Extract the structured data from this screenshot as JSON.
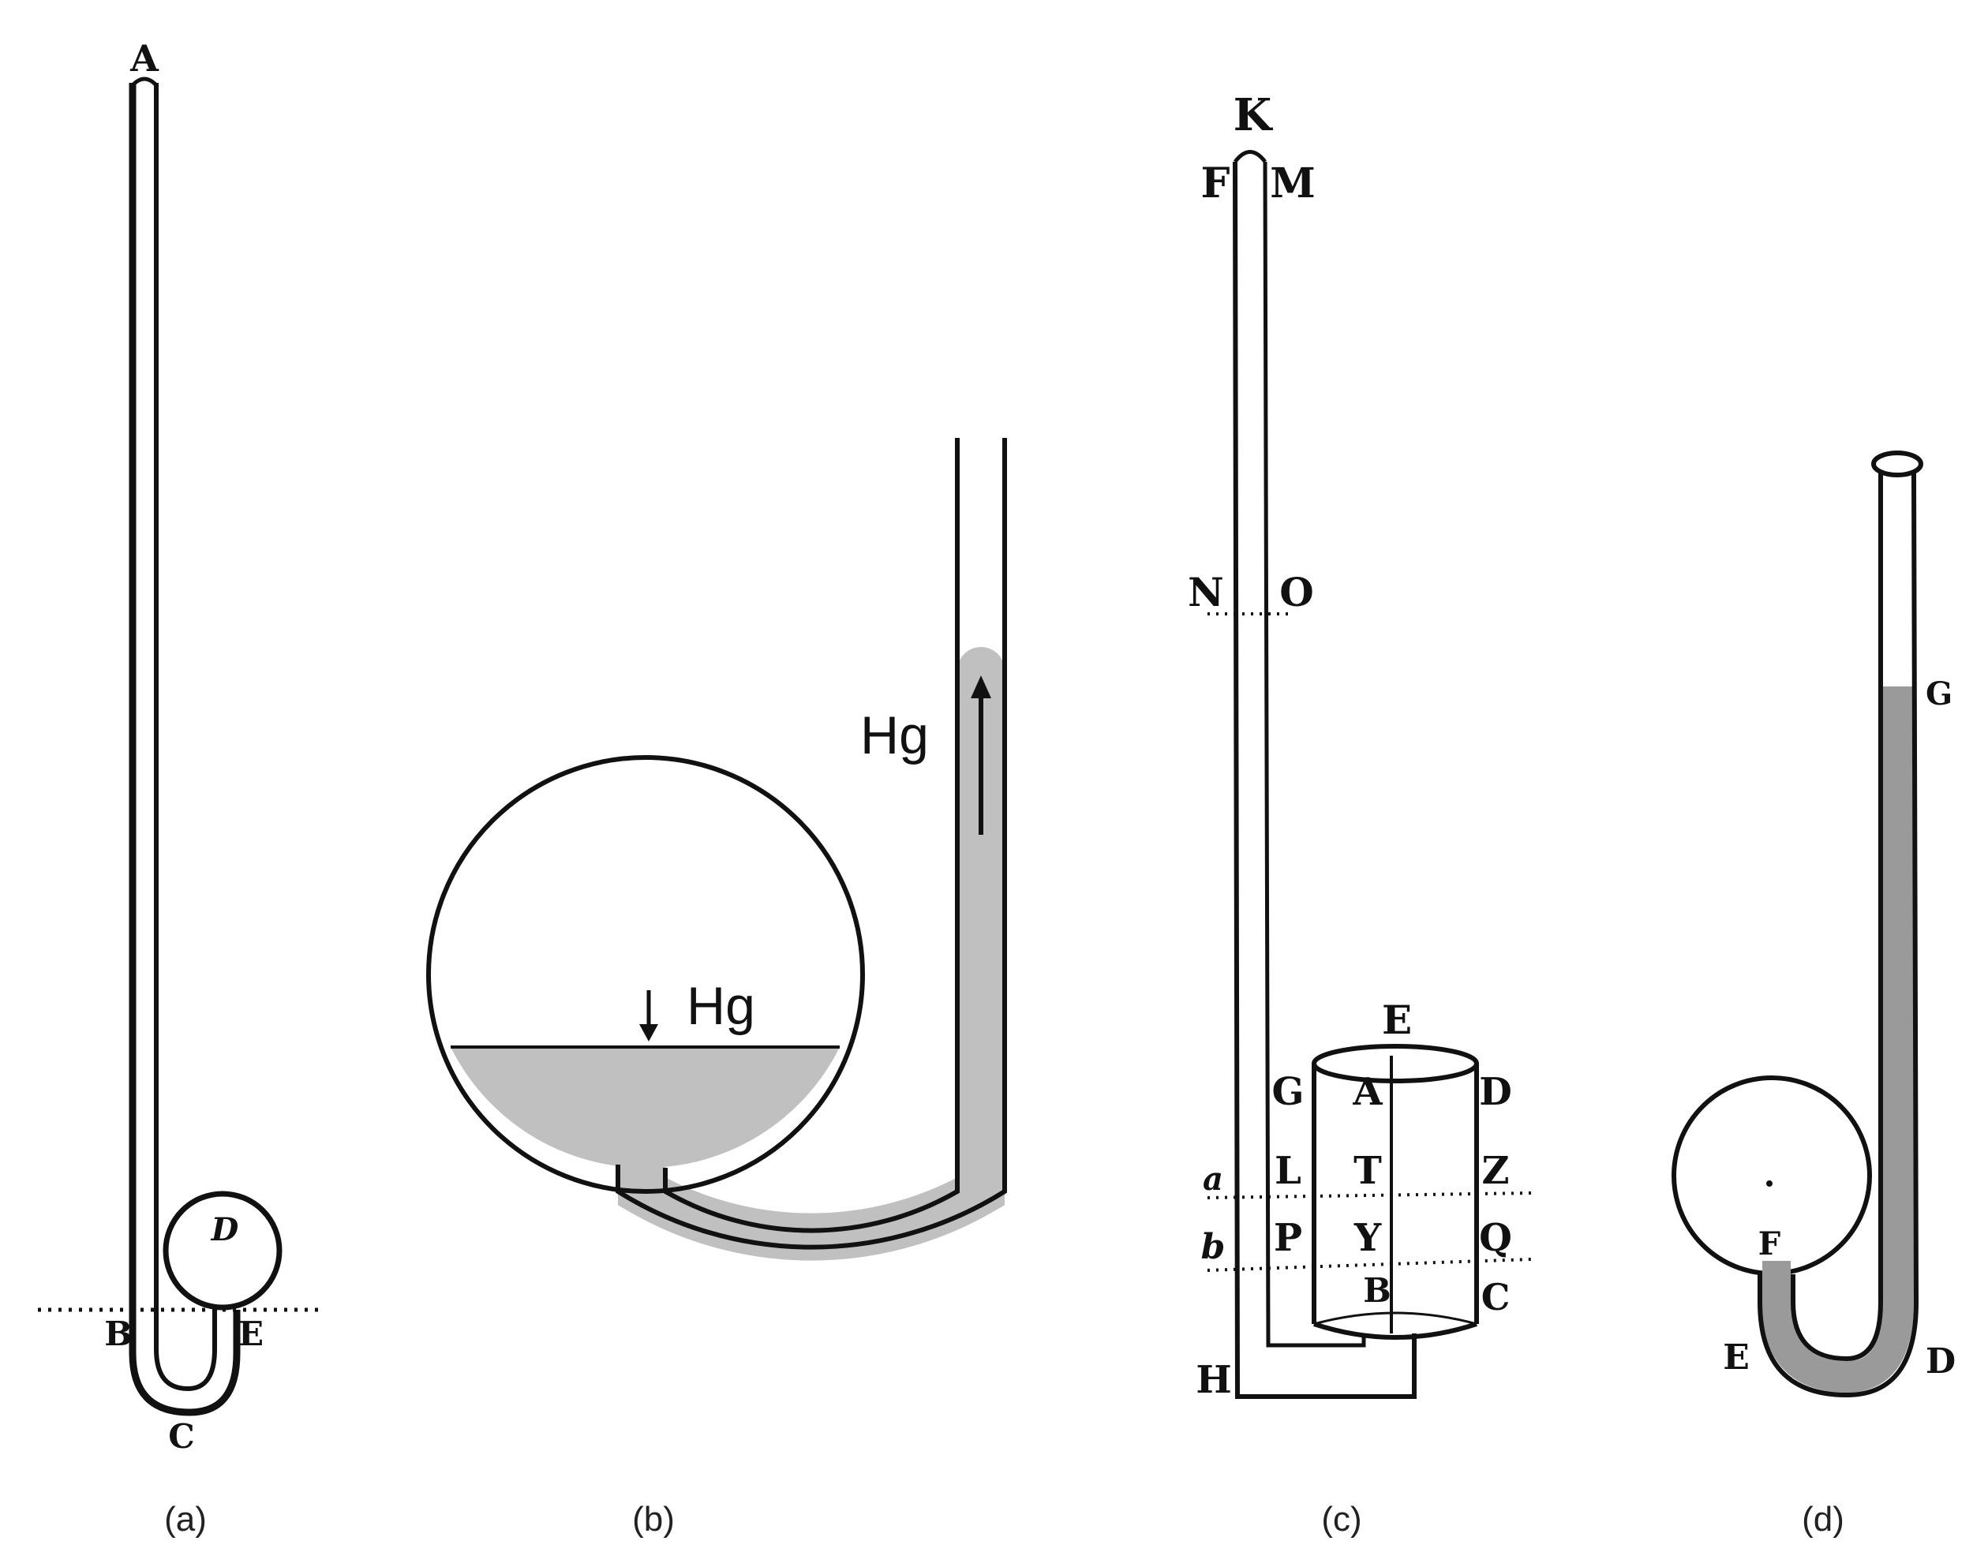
{
  "colors": {
    "ink": "#111111",
    "mercury_fill": "#c0c0c0",
    "mercury_d": "#9a9a9a",
    "background": "#ffffff"
  },
  "panels": {
    "a": {
      "caption": "(a)",
      "labels": {
        "A": "A",
        "B": "B",
        "C": "C",
        "D": "D",
        "E": "E"
      }
    },
    "b": {
      "caption": "(b)",
      "hg_bulb": "Hg",
      "hg_tube": "Hg"
    },
    "c": {
      "caption": "(c)",
      "labels": {
        "K": "K",
        "F": "F",
        "M": "M",
        "N": "N",
        "O": "O",
        "E": "E",
        "G": "G",
        "A": "A",
        "D": "D",
        "a": "a",
        "L": "L",
        "T": "T",
        "Z": "Z",
        "b": "b",
        "P": "P",
        "Y": "Y",
        "Q": "Q",
        "B": "B",
        "C": "C",
        "H": "H"
      }
    },
    "d": {
      "caption": "(d)",
      "labels": {
        "G": "G",
        "F": "F",
        "E": "E",
        "D": "D"
      }
    }
  }
}
